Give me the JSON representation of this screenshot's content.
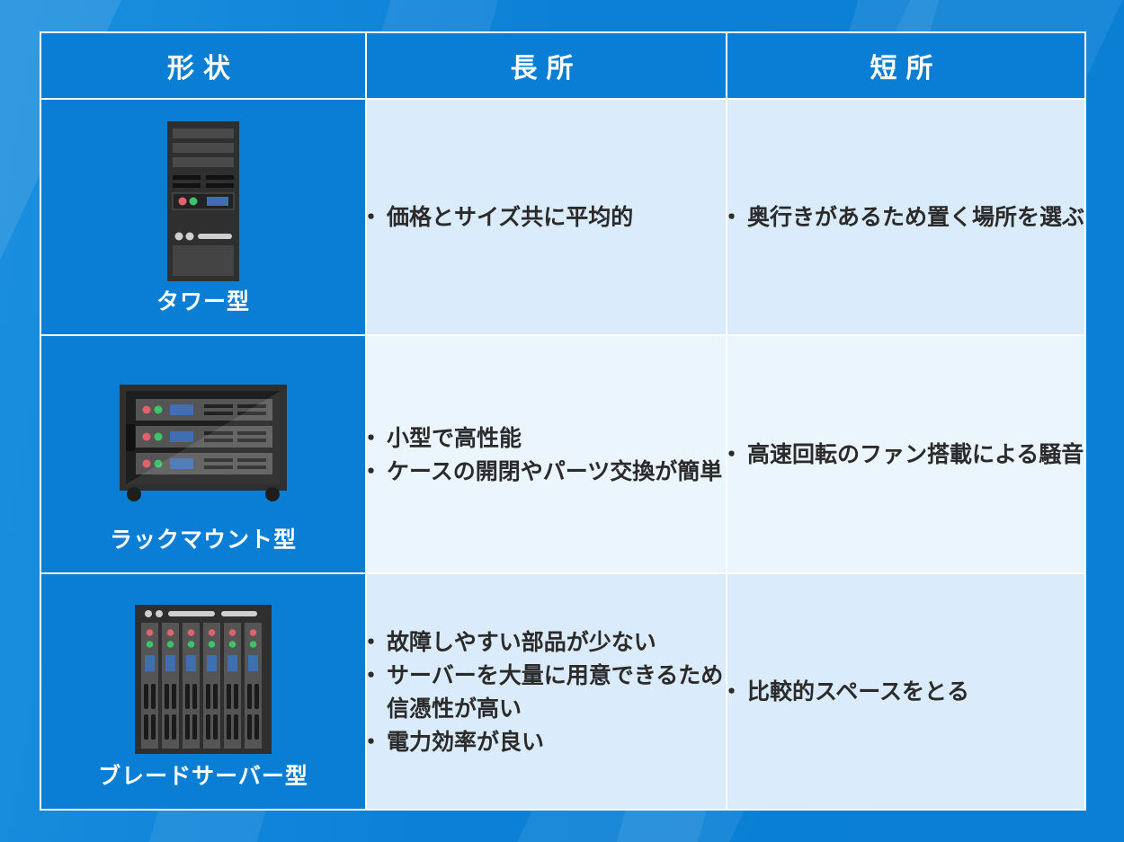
{
  "header": {
    "shape": "形状",
    "pros": "長所",
    "cons": "短所"
  },
  "rows": [
    {
      "shape_label": "タワー型",
      "illustration_icon": "tower-server-icon",
      "pros": [
        "価格とサイズ共に平均的"
      ],
      "cons": [
        "奥行きがあるため置く場所を選ぶ"
      ]
    },
    {
      "shape_label": "ラックマウント型",
      "illustration_icon": "rackmount-server-icon",
      "pros": [
        "小型で高性能",
        "ケースの開閉やパーツ交換が簡単"
      ],
      "cons": [
        "高速回転のファン搭載による騒音"
      ]
    },
    {
      "shape_label": "ブレードサーバー型",
      "illustration_icon": "blade-server-icon",
      "pros": [
        "故障しやすい部品が少ない",
        "サーバーを大量に用意できるため信憑性が高い",
        "電力効率が良い"
      ],
      "cons": [
        "比較的スペースをとる"
      ]
    }
  ],
  "colors": {
    "header_bg": "#0a7ed4",
    "row_bg_a": "#daebfb",
    "row_bg_b": "#eaf5fe",
    "server_dark": "#2f2f2f",
    "led_red": "#e0626f",
    "led_green": "#3cc468",
    "panel_blue": "#3f6fb3"
  }
}
